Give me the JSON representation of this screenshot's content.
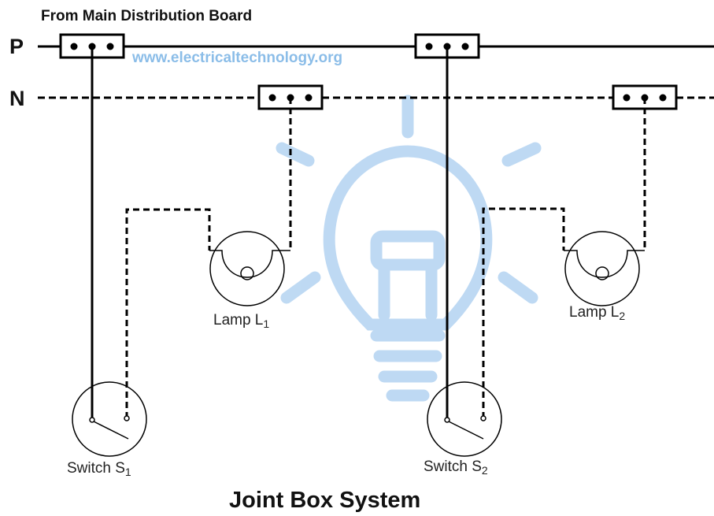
{
  "header": {
    "source_label": "From Main Distribution Board"
  },
  "rails": {
    "phase_label": "P",
    "neutral_label": "N"
  },
  "watermark": {
    "text": "www.electricaltechnology.org"
  },
  "lamps": [
    {
      "label": "Lamp L",
      "subscript": "1"
    },
    {
      "label": "Lamp L",
      "subscript": "2"
    }
  ],
  "switches": [
    {
      "label": "Switch S",
      "subscript": "1"
    },
    {
      "label": "Switch S",
      "subscript": "2"
    }
  ],
  "caption": {
    "title": "Joint Box System"
  },
  "colors": {
    "wire": "#000000",
    "watermark_bulb": "#a9cdef",
    "watermark_text": "#7fb6e6",
    "background": "#ffffff"
  }
}
